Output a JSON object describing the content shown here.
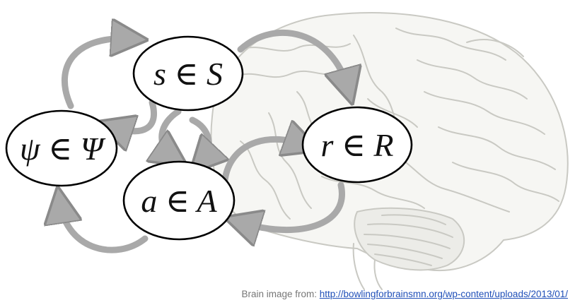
{
  "diagram": {
    "nodes": [
      {
        "id": "s",
        "label": "s ∈ S"
      },
      {
        "id": "psi",
        "label": "ψ ∈ Ψ"
      },
      {
        "id": "r",
        "label": "r ∈ R"
      },
      {
        "id": "a",
        "label": "a ∈ A"
      }
    ]
  },
  "caption": {
    "prefix": "Brain image from: ",
    "link_text": "http://bowlingforbrainsmn.org/wp-content/uploads/2013/01/"
  },
  "colors": {
    "arrow_fill": "#a9a9a9",
    "arrow_stroke": "#8a8a8a",
    "node_stroke": "#000000",
    "brain_outline": "#c6c6c0",
    "link": "#1f4fb8",
    "caption_text": "#777777"
  },
  "icons": [
    "brain-illustration",
    "curved-arrow"
  ]
}
